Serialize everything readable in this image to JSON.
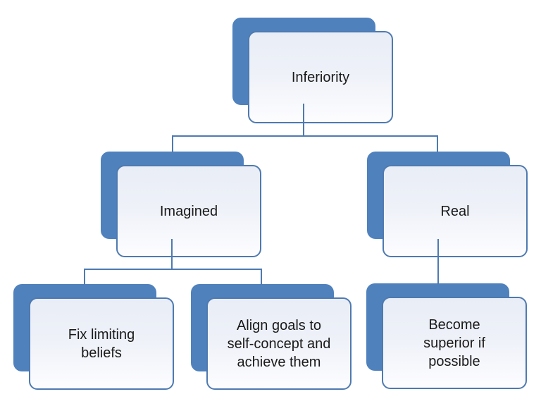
{
  "diagram": {
    "type": "hierarchy",
    "levels": 3,
    "nodes": [
      {
        "id": "inferiority",
        "label": "Inferiority",
        "parent": null
      },
      {
        "id": "imagined",
        "label": "Imagined",
        "parent": "inferiority"
      },
      {
        "id": "real",
        "label": "Real",
        "parent": "inferiority"
      },
      {
        "id": "fix-limiting-beliefs",
        "label": "Fix limiting\nbeliefs",
        "parent": "imagined"
      },
      {
        "id": "align-goals",
        "label": "Align goals to\nself-concept and\nachieve them",
        "parent": "imagined"
      },
      {
        "id": "become-superior",
        "label": "Become\nsuperior if\npossible",
        "parent": "real"
      }
    ],
    "colors": {
      "shadow_blue": "#4f81bd",
      "border_blue": "#4e7ab0",
      "connector_blue": "#4e7ab0",
      "fill_top": "#e9edf6",
      "fill_bottom": "#fdfdff",
      "text_color": "#1a1a1a",
      "background": "#ffffff"
    }
  }
}
